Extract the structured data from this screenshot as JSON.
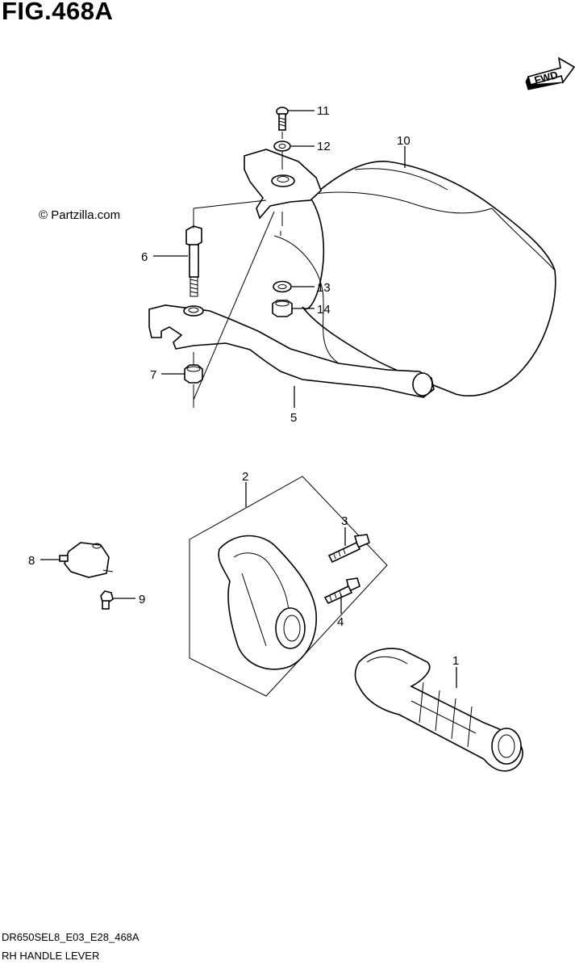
{
  "figure": {
    "title": "FIG.468A",
    "watermark": "© Partzilla.com",
    "fwd_label": "FWD",
    "footer_code": "DR650SEL8_E03_E28_468A",
    "footer_title": "RH HANDLE LEVER"
  },
  "parts": [
    {
      "callout": "1"
    },
    {
      "callout": "2"
    },
    {
      "callout": "3"
    },
    {
      "callout": "4"
    },
    {
      "callout": "5"
    },
    {
      "callout": "6"
    },
    {
      "callout": "7"
    },
    {
      "callout": "8"
    },
    {
      "callout": "9"
    },
    {
      "callout": "10"
    },
    {
      "callout": "11"
    },
    {
      "callout": "12"
    },
    {
      "callout": "13"
    },
    {
      "callout": "14"
    }
  ]
}
